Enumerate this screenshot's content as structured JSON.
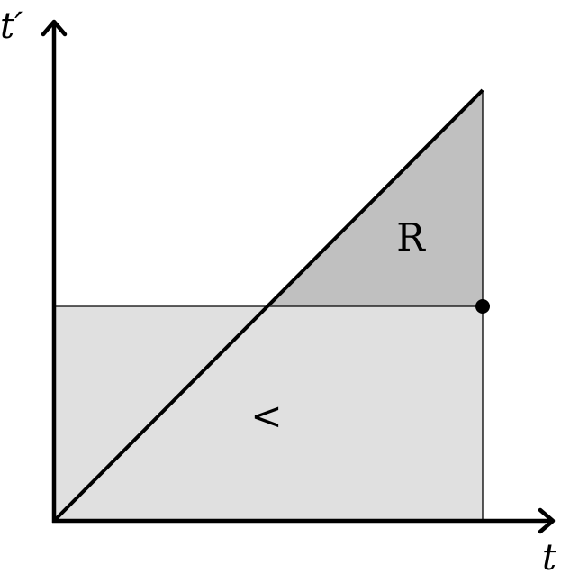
{
  "axes": {
    "x_label": "t",
    "y_label": "t′"
  },
  "regions": {
    "upper_label": "R",
    "lower_label": "<"
  },
  "colors": {
    "background": "#ffffff",
    "stroke": "#000000",
    "upper_region_fill": "#c0c0c0",
    "lower_region_fill": "#e0e0e0"
  }
}
